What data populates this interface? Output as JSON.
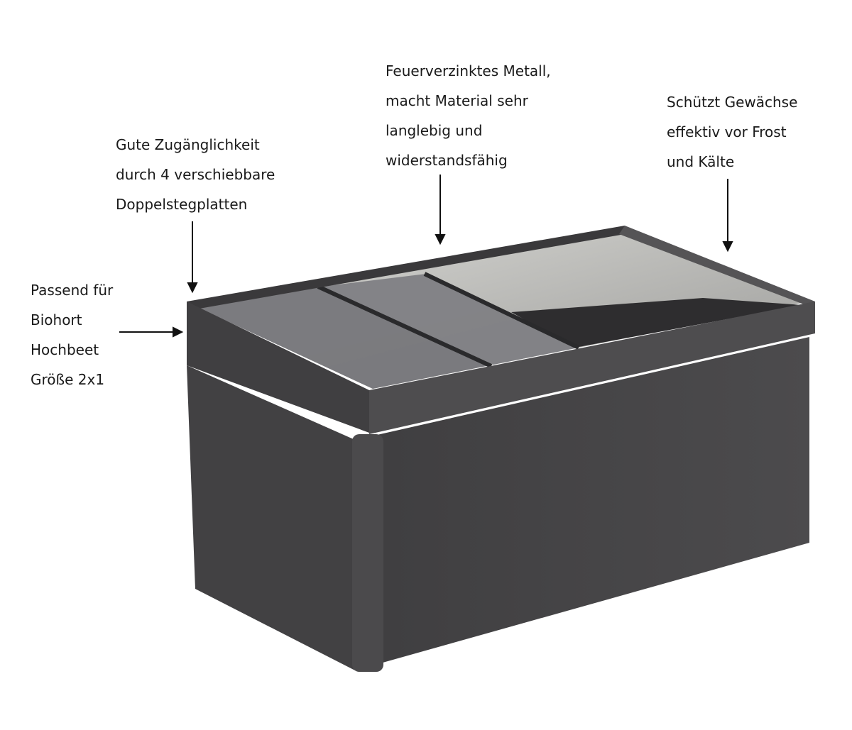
{
  "callouts": {
    "fit": [
      "Passend für",
      "Biohort",
      "Hochbeet",
      "Größe 2x1"
    ],
    "access": [
      "Gute Zugänglichkeit",
      "durch 4 verschiebbare",
      "Doppelstegplatten"
    ],
    "material": [
      "Feuerverzinktes Metall,",
      "macht Material sehr",
      "langlebig und",
      "widerstandsfähig"
    ],
    "protect": [
      "Schützt Gewächse",
      "effektiv vor Frost",
      "und Kälte"
    ]
  },
  "colors": {
    "body": "#4a494b",
    "body_dark": "#3a393b",
    "panel": "#6e6e72",
    "interior": "#c9c9c6",
    "text": "#1a1a1a"
  }
}
